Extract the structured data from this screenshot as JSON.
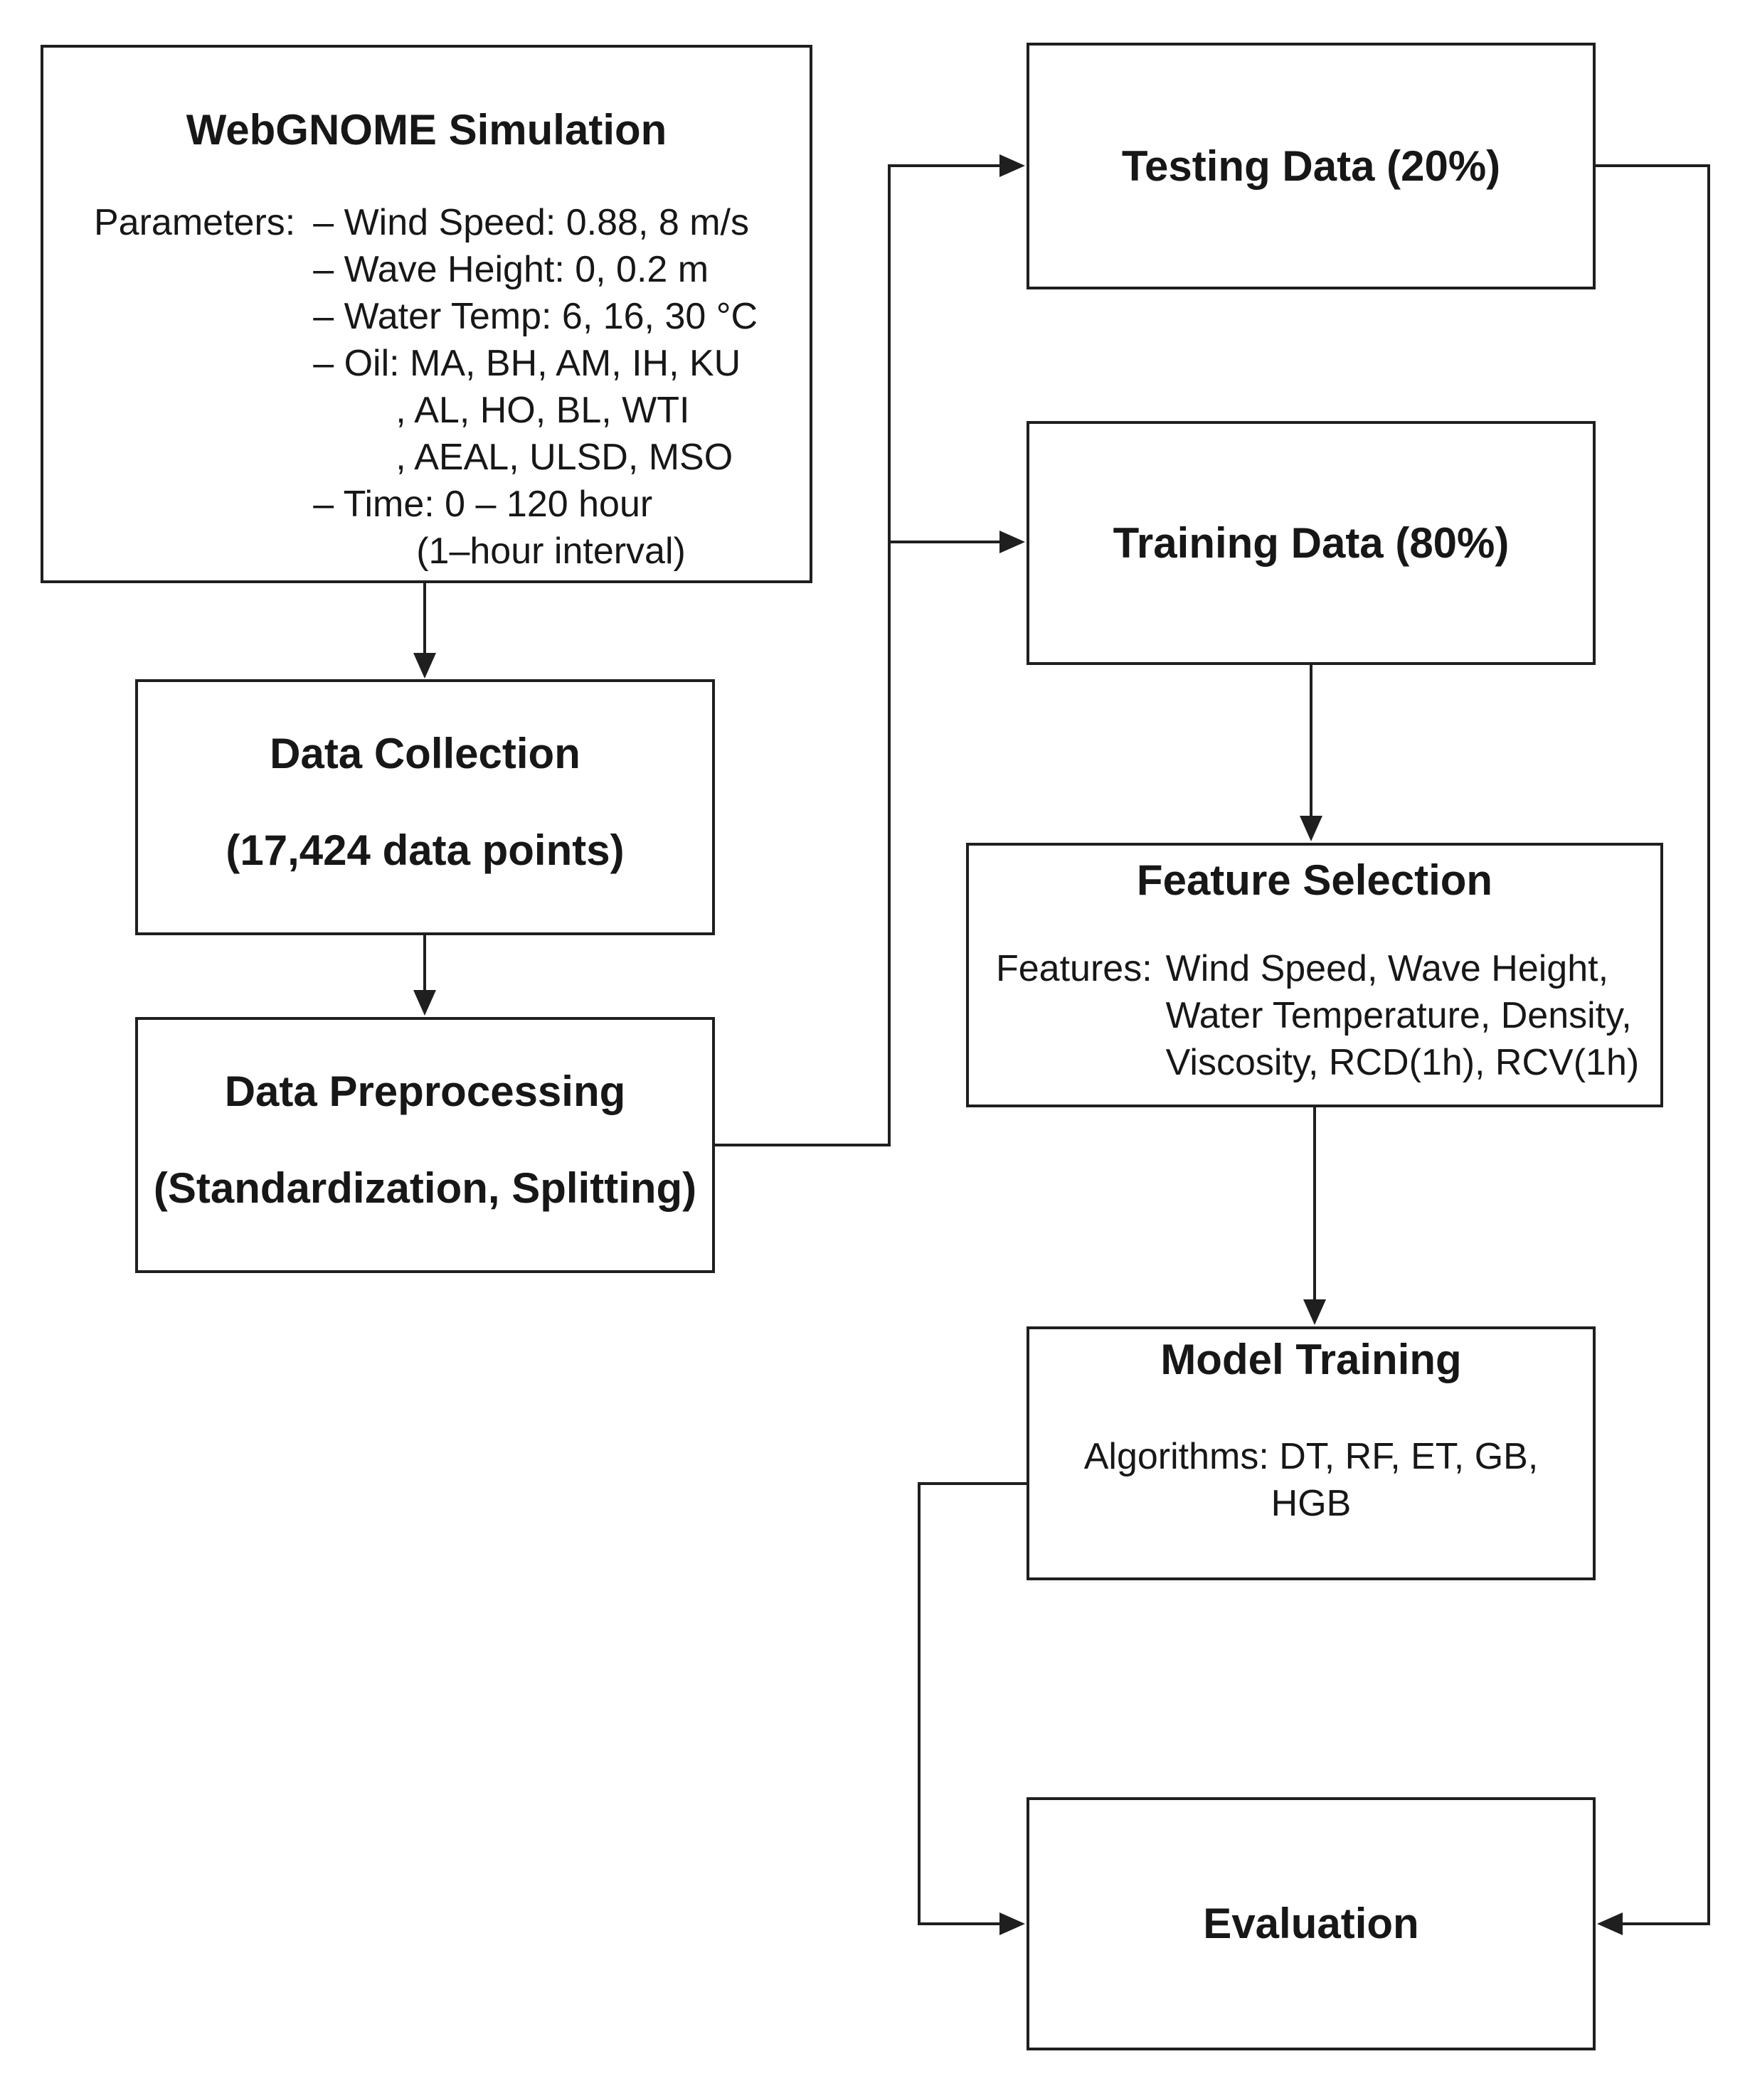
{
  "diagram": {
    "webgnome": {
      "title": "WebGNOME Simulation",
      "params_label": "Parameters:",
      "param_lines": [
        "– Wind Speed: 0.88, 8 m/s",
        "– Wave Height: 0, 0.2 m",
        "– Water Temp: 6, 16, 30 °C",
        "– Oil: MA, BH, AM, IH, KU",
        ", AL, HO, BL, WTI",
        ", AEAL, ULSD, MSO",
        "– Time: 0 – 120 hour",
        "(1–hour interval)"
      ]
    },
    "data_collection": {
      "title": "Data Collection",
      "subtitle": "(17,424 data points)"
    },
    "data_preprocessing": {
      "title": "Data Preprocessing",
      "subtitle": "(Standardization, Splitting)"
    },
    "testing_data": {
      "title": "Testing Data (20%)"
    },
    "training_data": {
      "title": "Training Data (80%)"
    },
    "feature_selection": {
      "title": "Feature Selection",
      "features_label": "Features:",
      "feature_lines": [
        "Wind Speed, Wave Height,",
        "Water Temperature, Density,",
        "Viscosity, RCD(1h), RCV(1h)"
      ]
    },
    "model_training": {
      "title": "Model Training",
      "body_lines": [
        "Algorithms: DT, RF, ET, GB,",
        "HGB"
      ]
    },
    "evaluation": {
      "title": "Evaluation"
    },
    "colors": {
      "line": "#1f1f1f",
      "text": "#171717",
      "background": "#ffffff"
    }
  }
}
